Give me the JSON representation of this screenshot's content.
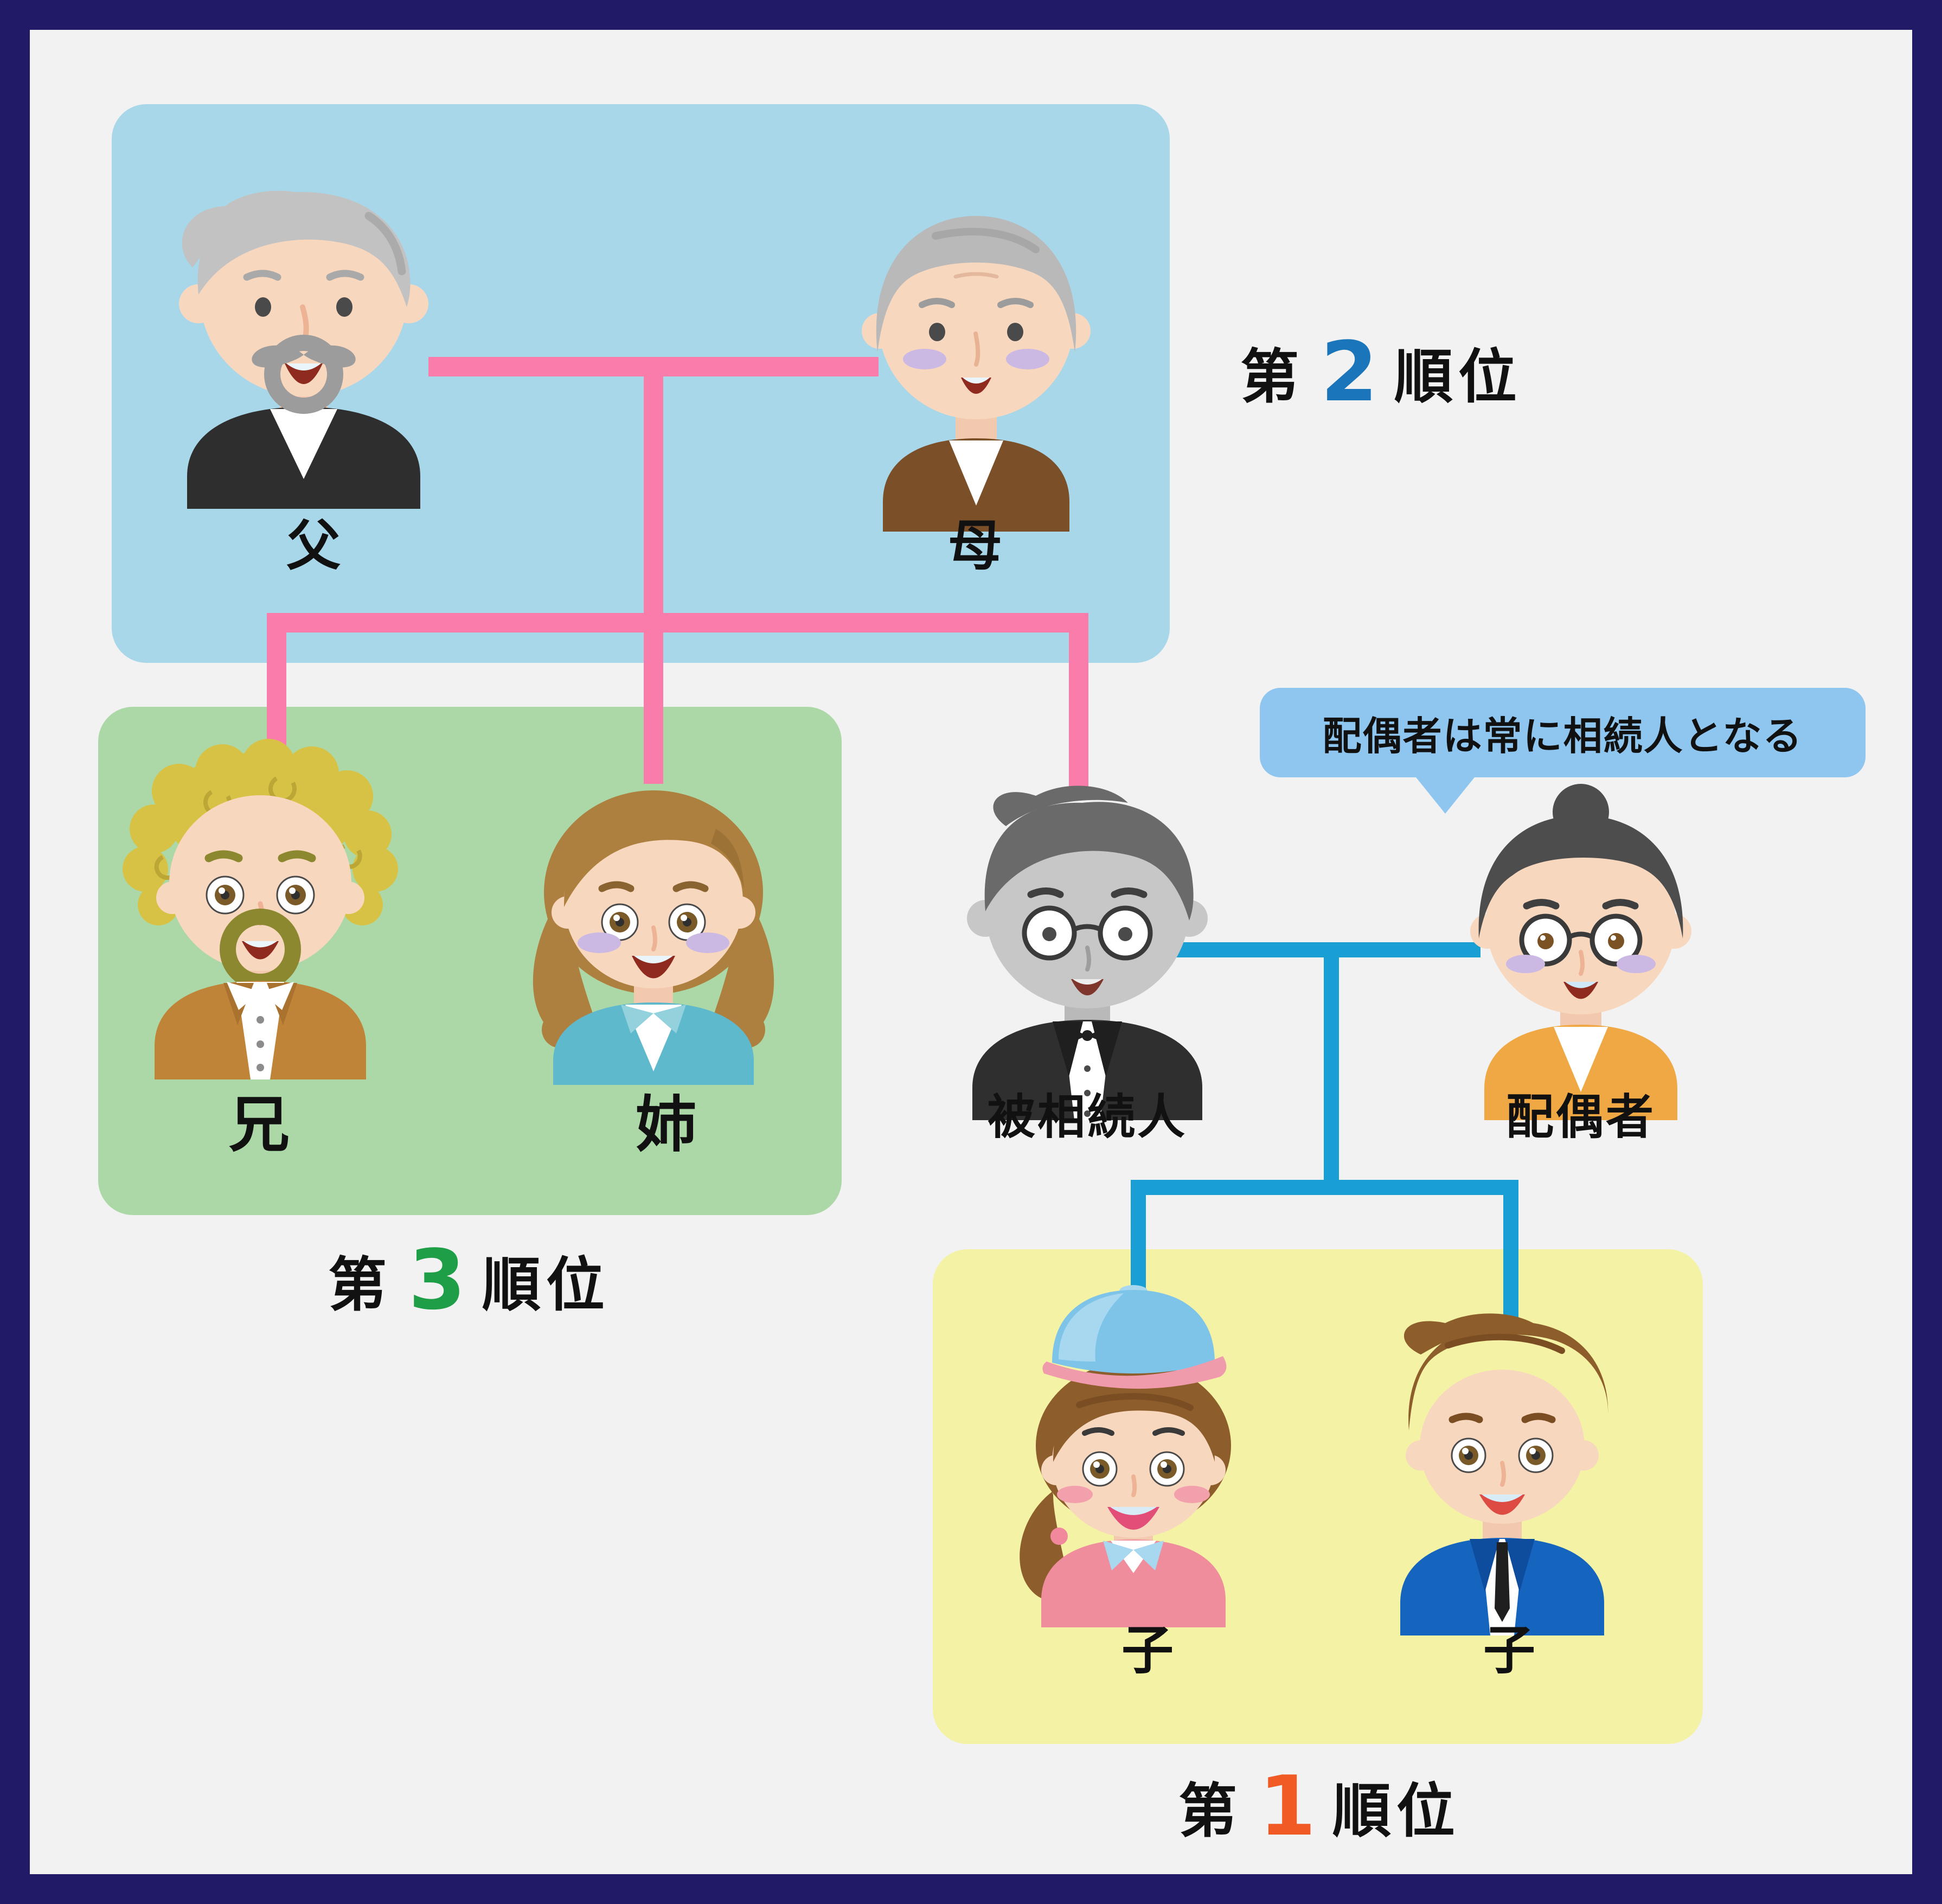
{
  "frame": {
    "border_color": "#211A66",
    "background": "#F2F2F2"
  },
  "boxes": {
    "rank2_group": {
      "color": "#A9D7EA"
    },
    "rank3_group": {
      "color": "#ACD8A8"
    },
    "rank1_group": {
      "color": "#F4F2A4"
    }
  },
  "connectors": {
    "blood_line_color": "#F97CAB",
    "marriage_line_color": "#1A9FD4"
  },
  "rank_labels": [
    {
      "prefix": "第",
      "number": "2",
      "suffix": "順位",
      "number_color": "#1B75BB"
    },
    {
      "prefix": "第",
      "number": "3",
      "suffix": "順位",
      "number_color": "#1E9E47"
    },
    {
      "prefix": "第",
      "number": "1",
      "suffix": "順位",
      "number_color": "#F15A24"
    }
  ],
  "speech_bubble": {
    "text": "配偶者は常に相続人となる",
    "background": "#8FC6F0"
  },
  "people": {
    "father": {
      "label": "父"
    },
    "mother": {
      "label": "母"
    },
    "brother": {
      "label": "兄"
    },
    "sister": {
      "label": "姉"
    },
    "decedent": {
      "label": "被相続人"
    },
    "spouse": {
      "label": "配偶者"
    },
    "child1": {
      "label": "子"
    },
    "child2": {
      "label": "子"
    }
  }
}
